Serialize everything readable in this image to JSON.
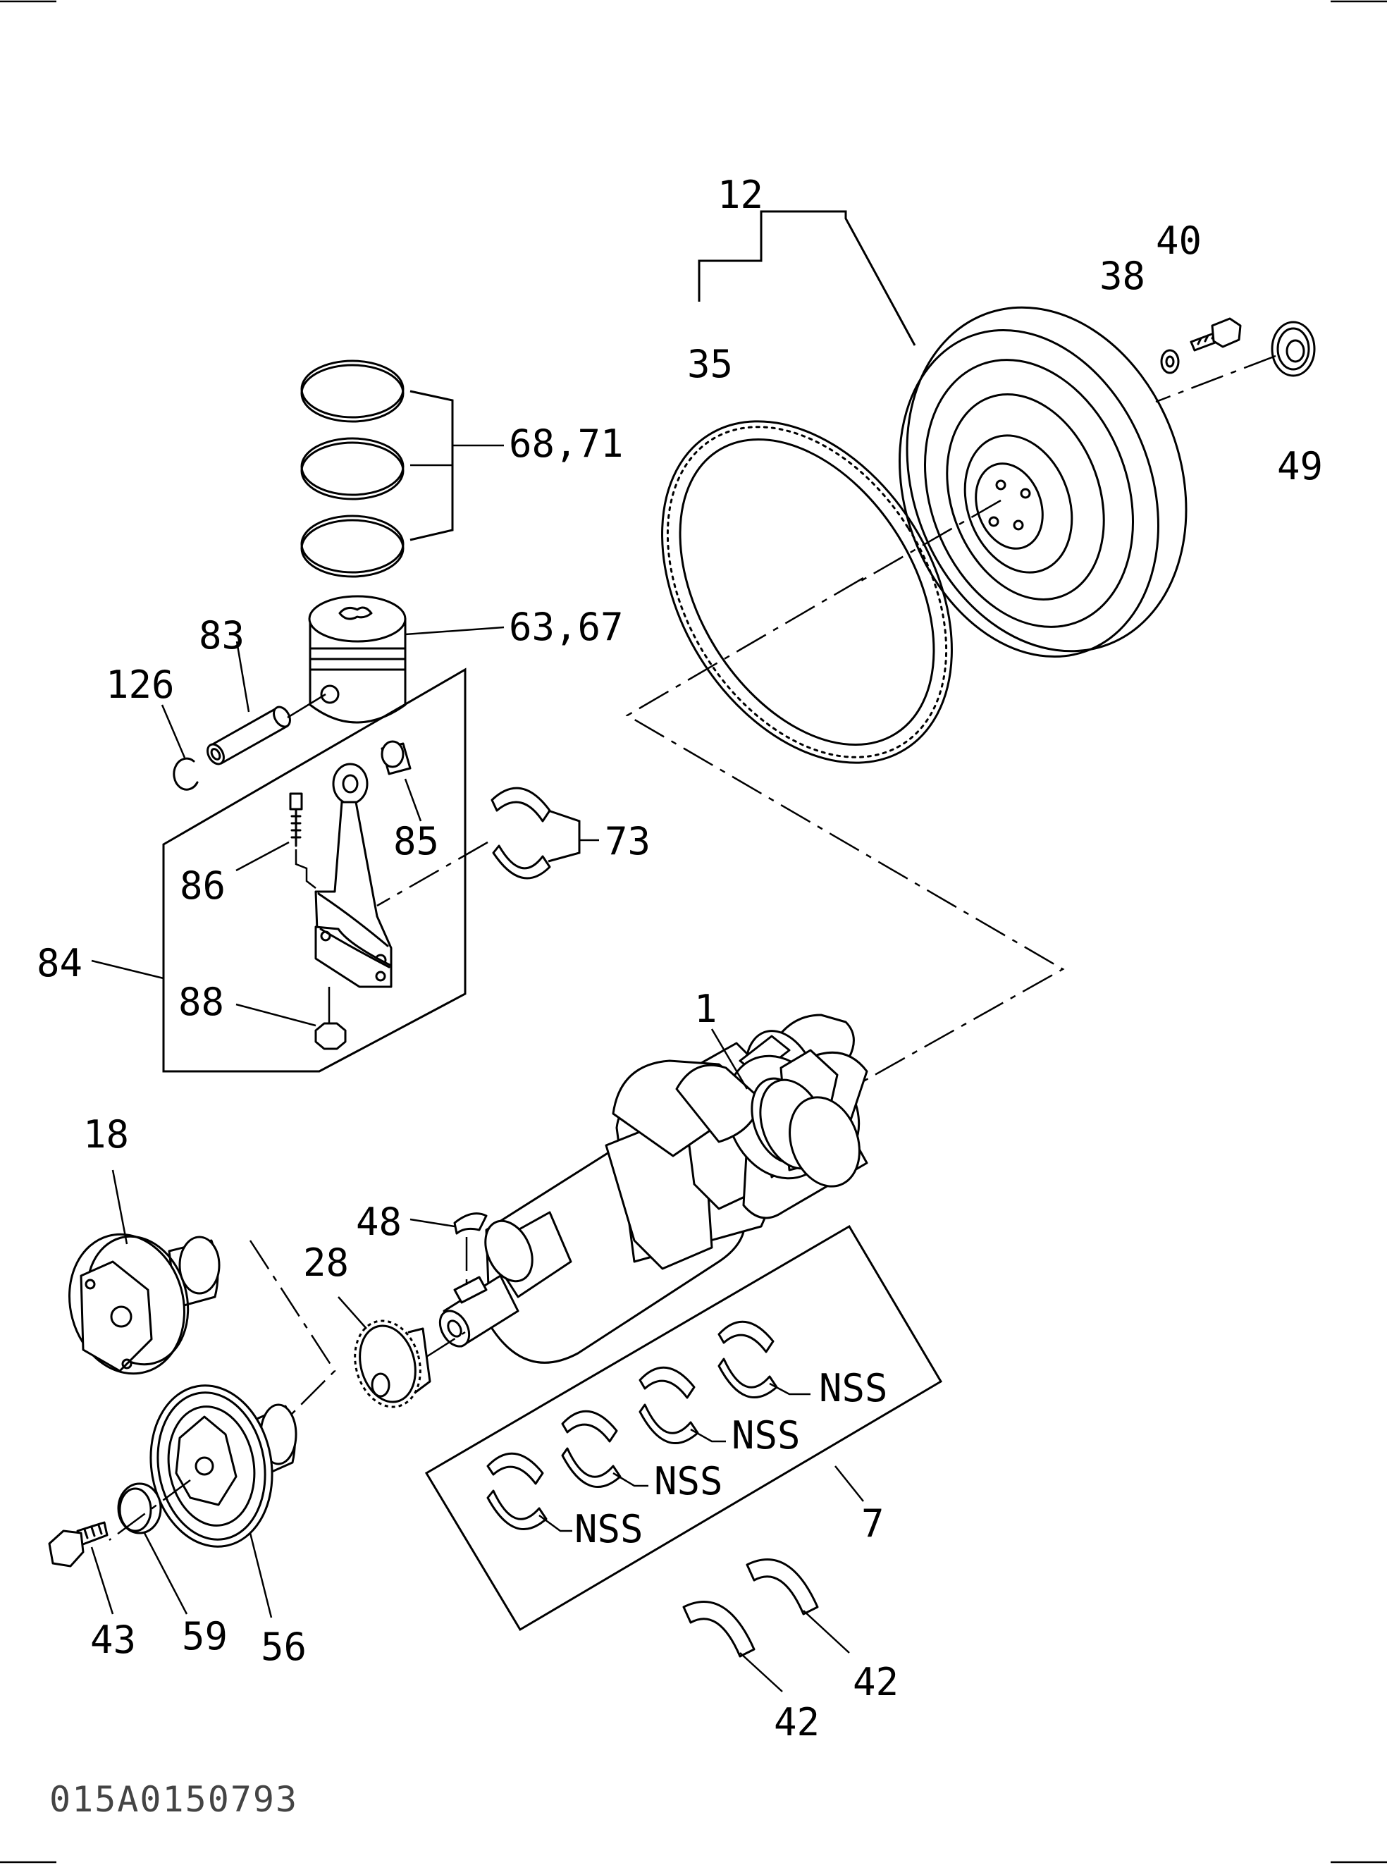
{
  "drawing_code": "015A0150793",
  "callouts": {
    "c1": "1",
    "c7": "7",
    "c12": "12",
    "c18": "18",
    "c28": "28",
    "c35": "35",
    "c38": "38",
    "c40": "40",
    "c42a": "42",
    "c42b": "42",
    "c43": "43",
    "c48": "48",
    "c49": "49",
    "c56": "56",
    "c59": "59",
    "c63_67": "63,67",
    "c68_71": "68,71",
    "c73": "73",
    "c83": "83",
    "c84": "84",
    "c85": "85",
    "c86": "86",
    "c88": "88",
    "c126": "126",
    "nss1": "NSS",
    "nss2": "NSS",
    "nss3": "NSS",
    "nss4": "NSS"
  }
}
